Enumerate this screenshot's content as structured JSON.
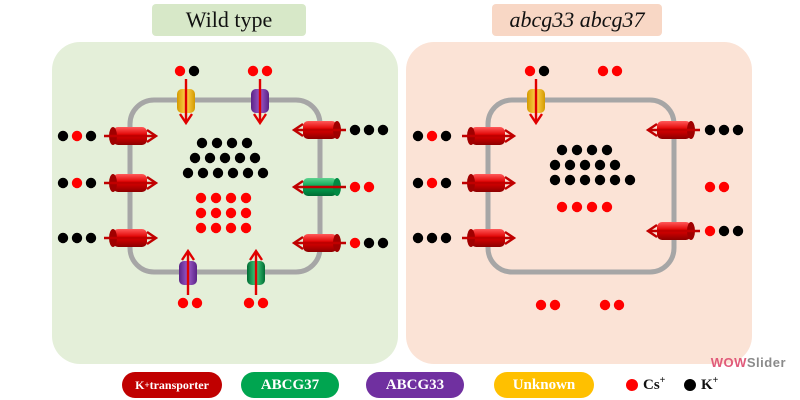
{
  "panels": [
    {
      "id": "wt",
      "title": "Wild type",
      "title_italic": false,
      "bg": "#e4efd9",
      "title_bg": "#d7e8c8"
    },
    {
      "id": "mut",
      "title": "abcg33 abcg37",
      "title_italic": true,
      "bg": "#fbe3d6",
      "title_bg": "#f8d7c5"
    }
  ],
  "legend": {
    "k_transporter": {
      "label": "K",
      "sup": "+",
      "rest": " transporter",
      "color": "#c00000",
      "text_color": "#ffffff"
    },
    "abcg37": {
      "label": "ABCG37",
      "color": "#00a550",
      "text_color": "#ffffff"
    },
    "abcg33": {
      "label": "ABCG33",
      "color": "#7030a0",
      "text_color": "#ffffff"
    },
    "unknown": {
      "label": "Unknown",
      "color": "#ffc000",
      "text_color": "#ffffff"
    },
    "cs": {
      "label": "Cs",
      "sup": "+",
      "color": "#ff0000"
    },
    "k": {
      "label": "K",
      "sup": "+",
      "color": "#000000"
    }
  },
  "colors": {
    "cs": "#ff0000",
    "k": "#000000",
    "cell_wall": "#a6a6a6",
    "k_transporter": "#c00000",
    "abcg37": "#00a550",
    "abcg33": "#7030a0",
    "unknown": "#ffc000"
  },
  "watermark": {
    "part1": "WOW",
    "part2": "Slider"
  }
}
